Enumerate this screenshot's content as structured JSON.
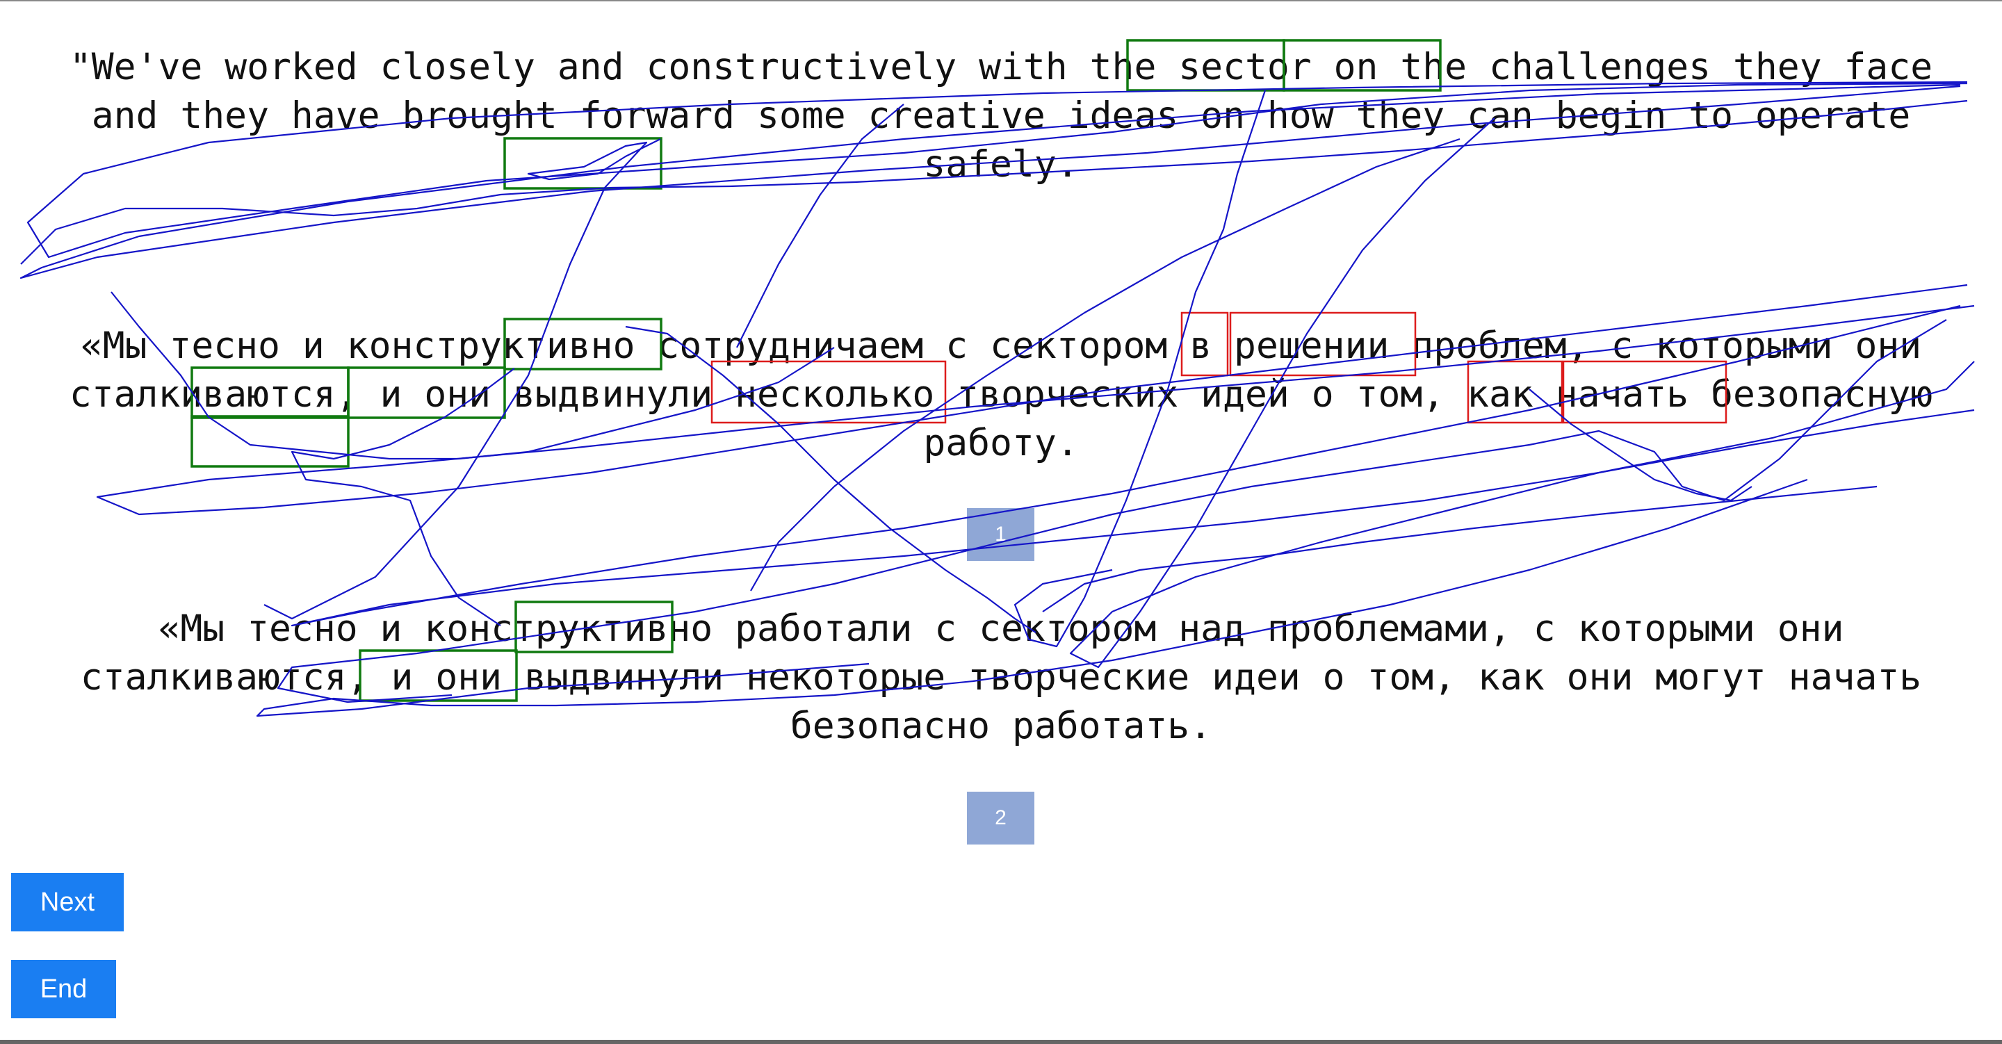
{
  "passages": {
    "source": "\"We've worked closely and constructively with the sector on the challenges they face and they have brought forward some creative ideas on how they can begin to operate safely.",
    "translation_1": "«Мы тесно и конструктивно сотрудничаем с сектором в решении проблем, с которыми они сталкиваются, и они выдвинули несколько творческих идей о том, как начать безопасную работу.",
    "translation_2": "«Мы тесно и конструктивно работали с сектором над проблемами, с которыми они сталкиваются, и они выдвинули некоторые творческие идеи о том, как они могут начать безопасно работать."
  },
  "badges": {
    "first": "1",
    "second": "2"
  },
  "buttons": {
    "next": "Next",
    "end": "End"
  },
  "colors": {
    "badge": "#8fa7d6",
    "button": "#1a7ef2",
    "gaze_path": "#1515c8",
    "highlight_green": "#107a10",
    "highlight_red": "#dd1c1c"
  }
}
